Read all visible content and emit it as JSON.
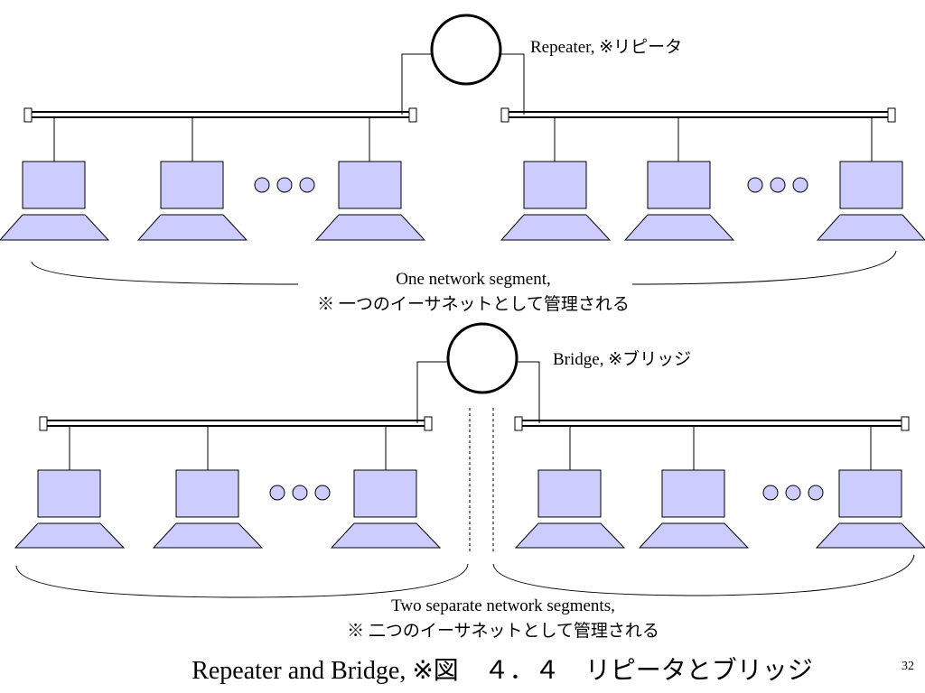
{
  "slide": {
    "title": "Repeater and Bridge, ※図　４．４　リピータとブリッジ",
    "page_number": "32"
  },
  "repeater_section": {
    "device_label": "Repeater, ※リピータ",
    "caption_line1": "One network segment,",
    "caption_line2": "※ 一つのイーサネットとして管理される"
  },
  "bridge_section": {
    "device_label": "Bridge, ※ブリッジ",
    "caption_line1": "Two separate network segments,",
    "caption_line2": "※ 二つのイーサネットとして管理される"
  },
  "colors": {
    "computer_fill": "#ccccff",
    "stroke": "#000000"
  },
  "icons": {
    "device": "circle",
    "computer": "monitor-and-keyboard",
    "ellipsis": "three-circles"
  }
}
